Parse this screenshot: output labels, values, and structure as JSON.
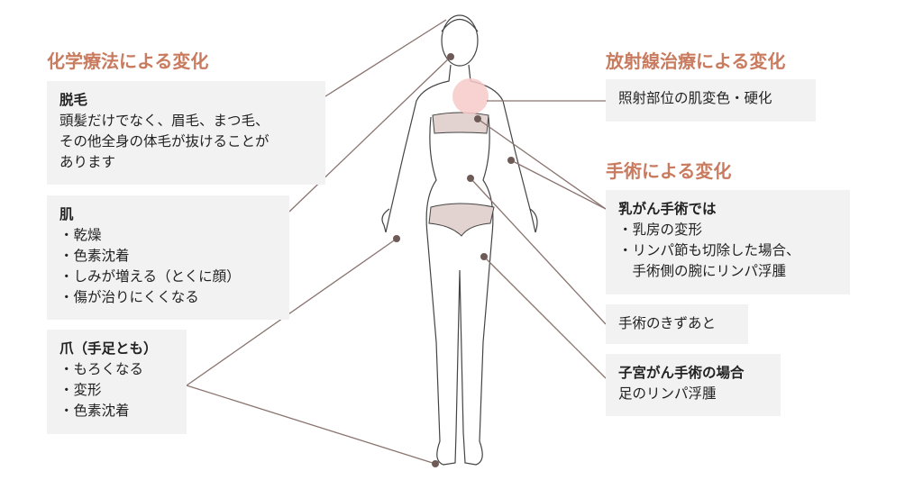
{
  "chemo": {
    "title": "化学療法による変化",
    "hair": {
      "heading": "脱毛",
      "lines": [
        "頭髪だけでなく、眉毛、まつ毛、",
        "その他全身の体毛が抜けることが",
        "あります"
      ]
    },
    "skin": {
      "heading": "肌",
      "items": [
        "・乾燥",
        "・色素沈着",
        "・しみが増える（とくに顔）",
        "・傷が治りにくくなる"
      ]
    },
    "nails": {
      "heading": "爪（手足とも）",
      "items": [
        "・もろくなる",
        "・変形",
        "・色素沈着"
      ]
    }
  },
  "radiation": {
    "title": "放射線治療による変化",
    "box": "照射部位の肌変色・硬化"
  },
  "surgery": {
    "title": "手術による変化",
    "breast": {
      "heading": "乳がん手術では",
      "items": [
        "・乳房の変形",
        "・リンパ節も切除した場合、",
        "　手術側の腕にリンパ浮腫"
      ]
    },
    "scar": "手術のきずあと",
    "uterine": {
      "heading": "子宮がん手術の場合",
      "line": "足のリンパ浮腫"
    }
  },
  "colors": {
    "accent": "#c97b5f",
    "line": "#8a7470",
    "box": "#f2f2f2",
    "highlight": "#f7c9c9",
    "garment": "#e3d3d0"
  }
}
